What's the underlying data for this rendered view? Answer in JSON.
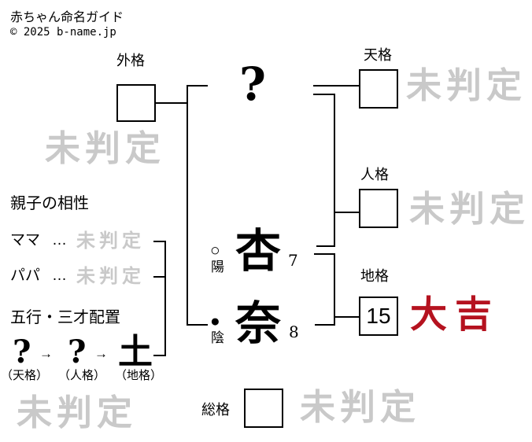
{
  "header": {
    "title": "赤ちゃん命名ガイド",
    "copyright": "© 2025 b-name.jp"
  },
  "diagram": {
    "surname_char": {
      "char": "?"
    },
    "name_chars": [
      {
        "char": "杏",
        "strokes": "7",
        "polarity_symbol": "○",
        "polarity_label": "陽"
      },
      {
        "char": "奈",
        "strokes": "8",
        "polarity_symbol": "●",
        "polarity_label": "陰"
      }
    ],
    "gaikaku": {
      "label": "外格",
      "value": "",
      "result": "未判定"
    },
    "tenkaku": {
      "label": "天格",
      "value": "",
      "result": "未判定"
    },
    "jinkaku": {
      "label": "人格",
      "value": "",
      "result": "未判定"
    },
    "chikaku": {
      "label": "地格",
      "value": "15",
      "result": "大吉"
    },
    "soukaku": {
      "label": "総格",
      "value": "",
      "result": "未判定"
    }
  },
  "compatibility": {
    "title": "親子の相性",
    "rows": [
      {
        "label": "ママ",
        "dots": "…",
        "result": "未判定"
      },
      {
        "label": "パパ",
        "dots": "…",
        "result": "未判定"
      }
    ]
  },
  "gogyou": {
    "title": "五行・三才配置",
    "arrow": "→",
    "items": [
      {
        "element": "?",
        "caption": "（天格）"
      },
      {
        "element": "?",
        "caption": "（人格）"
      },
      {
        "element": "土",
        "caption": "（地格）"
      }
    ],
    "result": "未判定"
  },
  "colors": {
    "undetermined_gray": "#c9c9c9",
    "good_fortune_red": "#b5121f",
    "line_black": "#000000"
  }
}
